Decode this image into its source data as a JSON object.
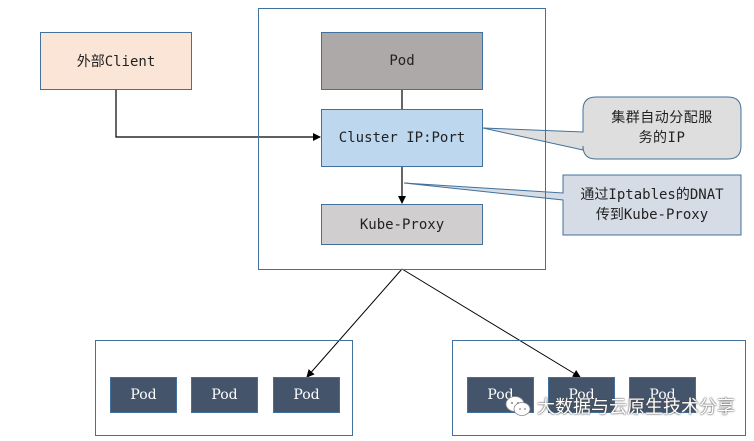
{
  "diagram": {
    "client": {
      "label": "外部Client",
      "fill": "#FBE5D6"
    },
    "node": {
      "pod": {
        "label": "Pod",
        "fill": "#ADA9A8"
      },
      "cluster_ip": {
        "label": "Cluster IP:Port",
        "fill": "#BDD7EE"
      },
      "kube_proxy": {
        "label": "Kube-Proxy",
        "fill": "#D0CECE"
      }
    },
    "callouts": [
      {
        "line1": "集群自动分配服",
        "line2": "务的IP",
        "fill": "#DEDEDE"
      },
      {
        "line1": "通过Iptables的DNAT",
        "line2": "传到Kube-Proxy",
        "fill": "#D6DCE5"
      }
    ],
    "left_group": {
      "pods": [
        "Pod",
        "Pod",
        "Pod"
      ]
    },
    "right_group": {
      "pods": [
        "Pod",
        "Pod",
        "Pod"
      ]
    },
    "colors": {
      "border": "#41719C",
      "pod_dark": "#44546A",
      "arrow": "#000000"
    }
  },
  "watermark": {
    "text": "大数据与云原生技术分享",
    "icon": "wechat-icon"
  }
}
